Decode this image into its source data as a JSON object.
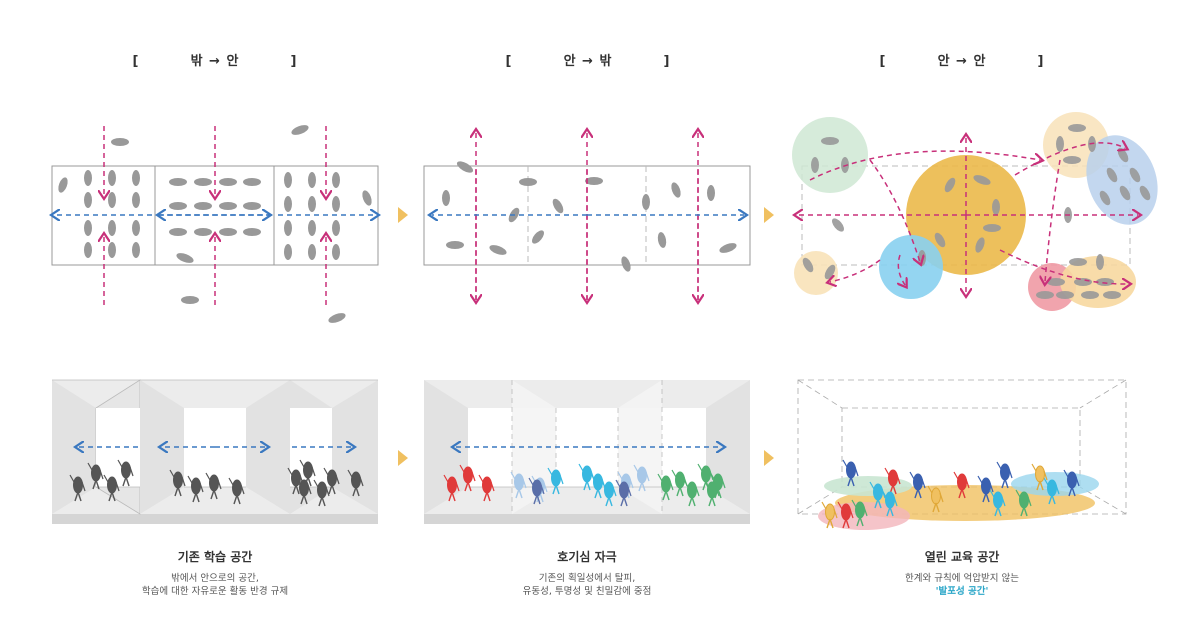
{
  "columns": [
    {
      "heading_open": "[",
      "heading": "밖 → 안",
      "heading_close": "]",
      "caption_title": "기존 학습 공간",
      "caption_line1": "밖에서 안으로의 공간,",
      "caption_line2": "학습에 대한 자유로운 활동 반경 규제"
    },
    {
      "heading_open": "[",
      "heading": "안 → 밖",
      "heading_close": "]",
      "caption_title": "호기심 자극",
      "caption_line1": "기존의 획일성에서 탈피,",
      "caption_line2": "유동성, 투명성 및 친밀감에 중점"
    },
    {
      "heading_open": "[",
      "heading": "안 → 안",
      "heading_close": "]",
      "caption_title": "열린 교육 공간",
      "caption_line1": "한계와 규칙에 억압받지 않는",
      "caption_line2": "'발포성 공간'"
    }
  ],
  "colors": {
    "magenta": "#c8307a",
    "blue": "#3a78c0",
    "gray_figure": "#555555",
    "triangle": "#f0c060",
    "red": "#e03a3a",
    "light_blue": "#a8c8e8",
    "cyan": "#38b8e0",
    "green": "#50b070"
  },
  "icons": [
    "person-figure-icon",
    "ellipse-person-icon",
    "chevron-right-icon"
  ]
}
